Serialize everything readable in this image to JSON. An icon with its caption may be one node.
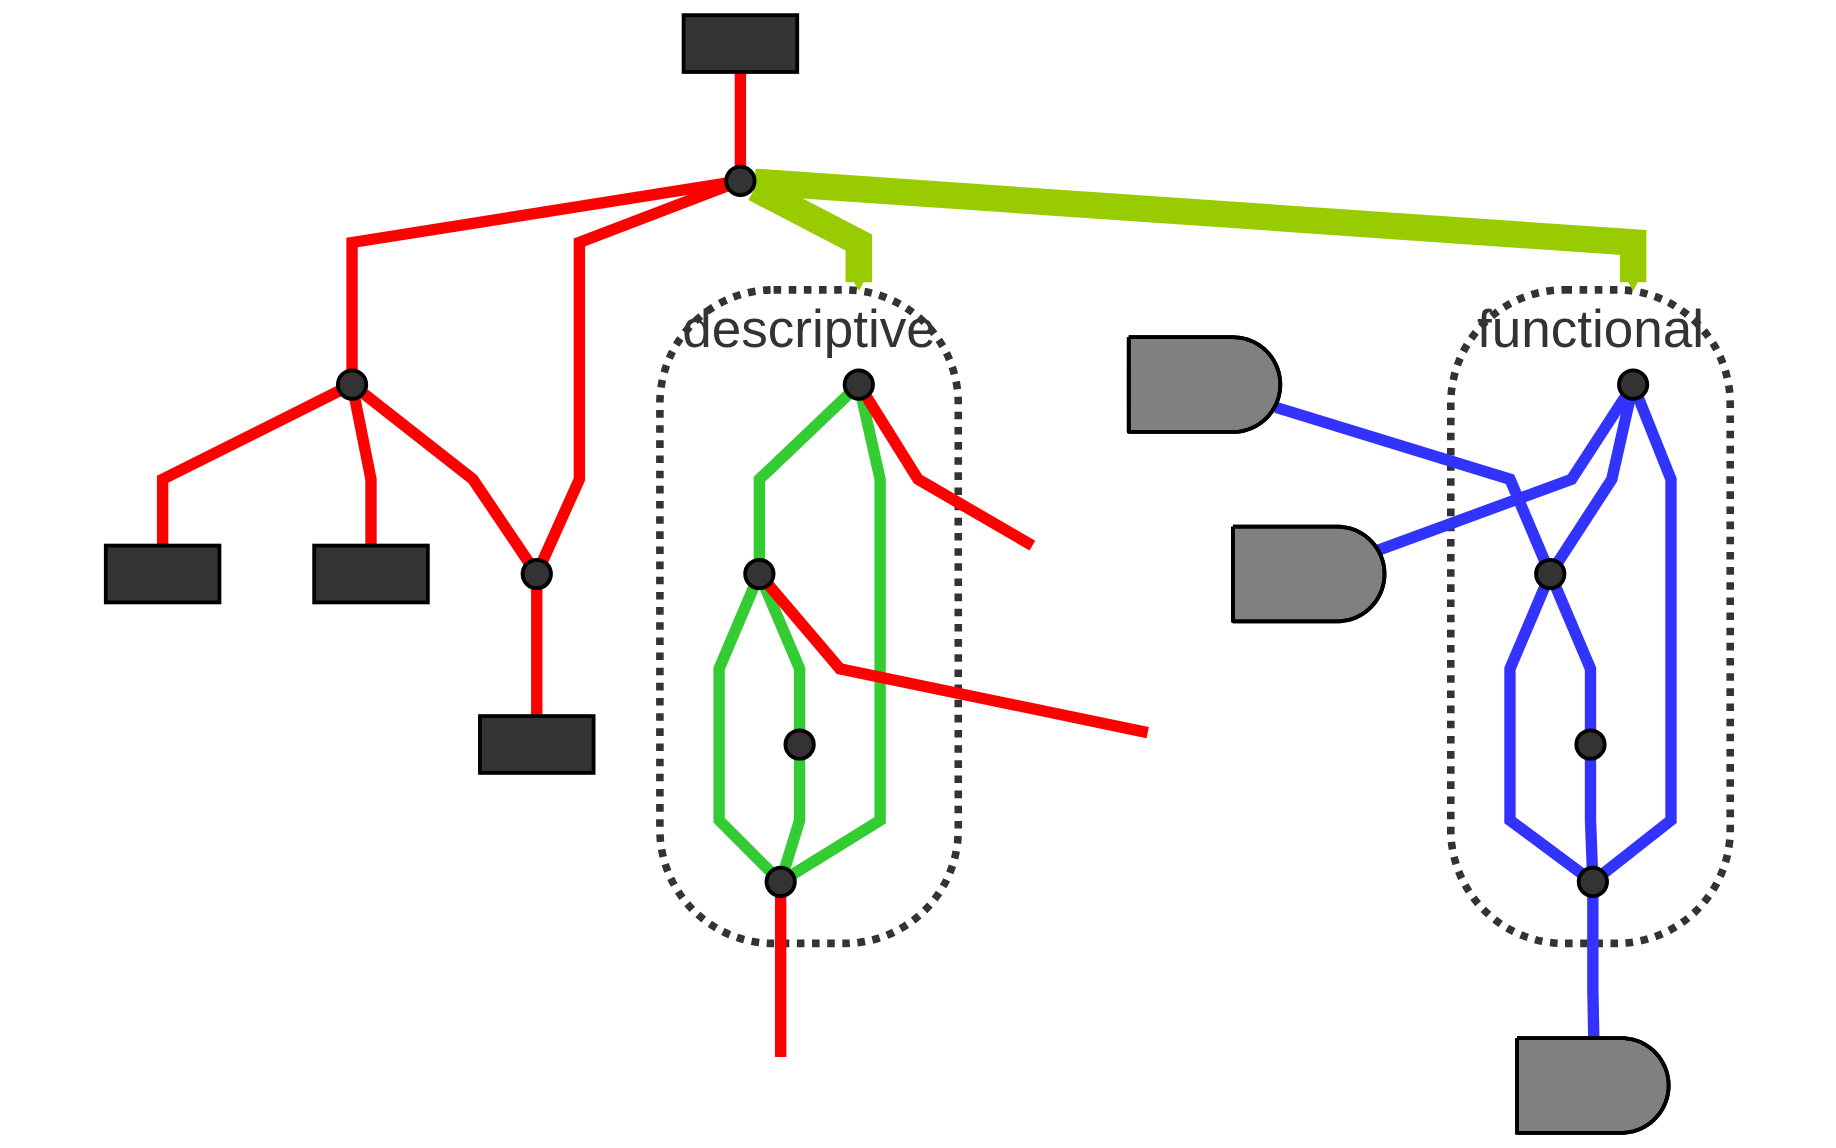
{
  "diagram": {
    "nodes": [
      {
        "text": [],
        "shape": "box"
      },
      {
        "text": [],
        "shape": "circle"
      },
      {
        "text": [],
        "shape": "circle"
      },
      {
        "text": [],
        "shape": "box"
      },
      {
        "text": [],
        "shape": "box"
      },
      {
        "text": [],
        "shape": "circle"
      },
      {
        "text": [],
        "shape": "box"
      },
      {
        "text": [
          "descriptive"
        ]
      },
      {
        "text": [],
        "shape": "circle",
        "in": 7
      },
      {
        "text": [],
        "shape": "circle",
        "in": 7
      },
      {
        "text": [],
        "shape": "circle",
        "in": 7
      },
      {
        "text": [],
        "shape": "circle",
        "in": 7
      },
      {
        "text": [
          "functional"
        ]
      },
      {
        "text": [],
        "shape": "gate"
      },
      {
        "text": [],
        "shape": "circle",
        "in": 12
      },
      {
        "text": [],
        "shape": "gate"
      },
      {
        "text": [],
        "shape": "circle",
        "in": 12
      },
      {
        "text": [],
        "shape": "circle",
        "in": 12
      },
      {
        "text": [],
        "shape": "circle",
        "in": 12
      },
      {
        "text": [],
        "shape": "gate"
      }
    ],
    "edges": [
      {
        "from": 0,
        "to": 1,
        "arrow": "none"
      },
      {
        "from": 1,
        "to": 2,
        "arrow": "none"
      },
      {
        "from": 2,
        "to": 3,
        "arrow": "none"
      },
      {
        "from": 2,
        "to": 4,
        "arrow": "none"
      },
      {
        "from": 1,
        "to": 5,
        "arrow": "none"
      },
      {
        "from": 2,
        "to": 5,
        "arrow": "none"
      },
      {
        "from": 5,
        "to": 6,
        "arrow": "none"
      },
      {
        "from": 1,
        "to": 7,
        "arrow": "to",
        "style": "thick",
        "color": "#99cc00"
      },
      {
        "from": 1,
        "to": 12,
        "arrow": "to",
        "style": "thick",
        "color": "#99cc00"
      },
      {
        "from": 8,
        "to": 9,
        "arrow": "none",
        "color": "#33cc33"
      },
      {
        "from": 8,
        "to": 10,
        "arrow": "none",
        "color": "#33cc33"
      },
      {
        "from": 9,
        "to": 10,
        "arrow": "none",
        "color": "#33cc33"
      },
      {
        "from": 9,
        "to": 11,
        "arrow": "none",
        "color": "#33cc33"
      },
      {
        "from": 11,
        "to": 10,
        "arrow": "none",
        "color": "#33cc33"
      },
      {
        "from": 8,
        "to": null,
        "arrow": "none"
      },
      {
        "from": 9,
        "to": null,
        "arrow": "none"
      },
      {
        "from": 10,
        "to": null,
        "arrow": "none"
      },
      {
        "from": 14,
        "to": 15,
        "arrow": "none",
        "color": "#3333ff"
      },
      {
        "from": 14,
        "to": 16,
        "arrow": "none",
        "color": "#3333ff"
      },
      {
        "from": 14,
        "to": 17,
        "arrow": "none",
        "color": "#3333ff"
      },
      {
        "from": 13,
        "to": 16,
        "arrow": "none",
        "color": "#3333ff"
      },
      {
        "from": 16,
        "to": 17,
        "arrow": "none",
        "color": "#3333ff"
      },
      {
        "from": 16,
        "to": 18,
        "arrow": "none",
        "color": "#3333ff"
      },
      {
        "from": 18,
        "to": 17,
        "arrow": "none",
        "color": "#3333ff"
      },
      {
        "from": 17,
        "to": 19,
        "arrow": "none",
        "color": "#3333ff"
      }
    ]
  }
}
